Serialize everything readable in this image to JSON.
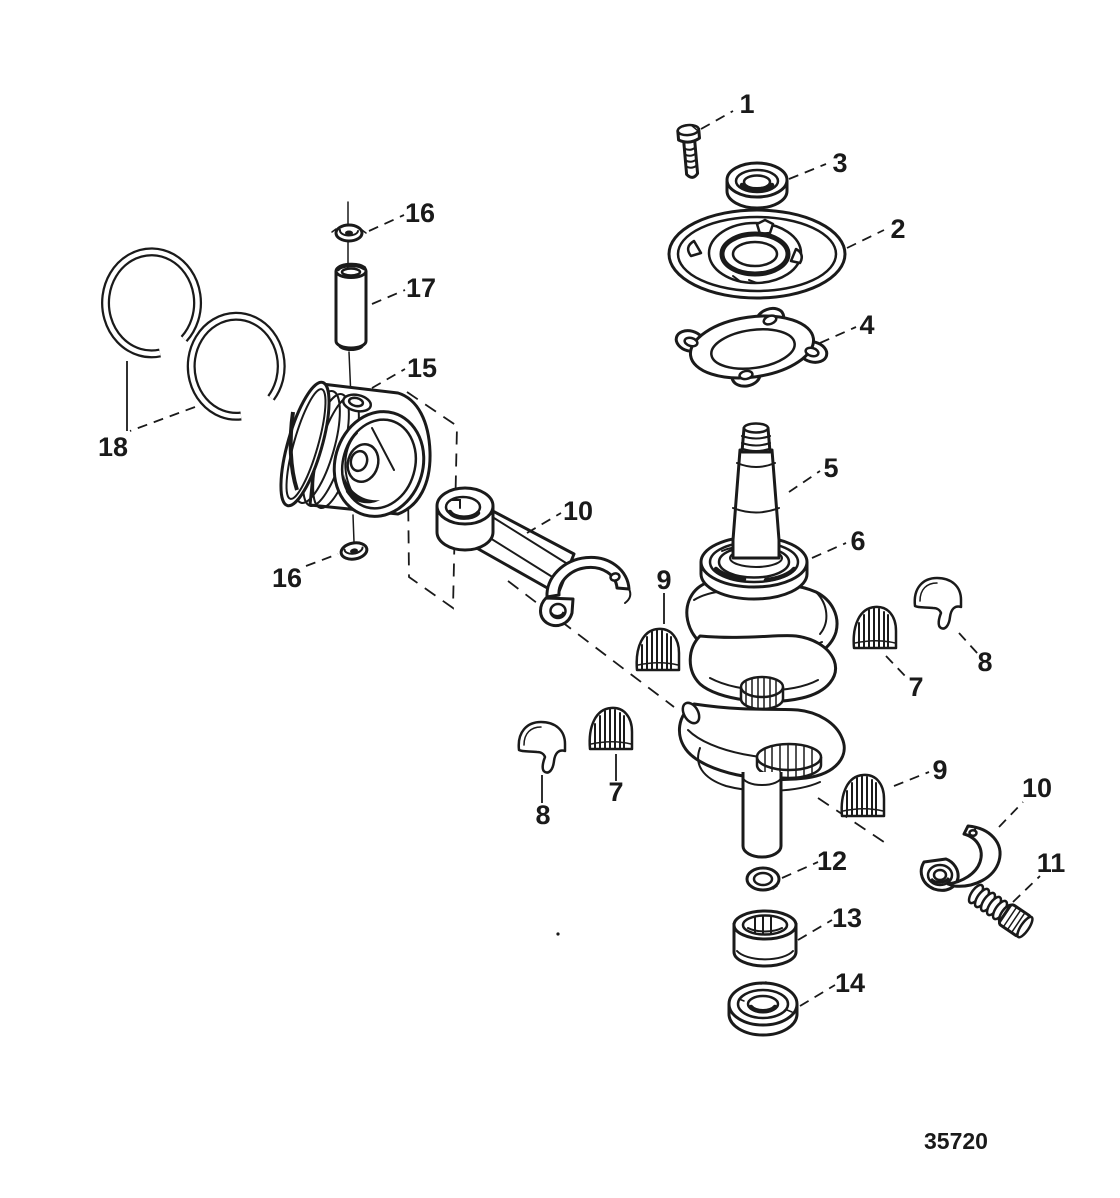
{
  "figure": {
    "drawing_number": "35720"
  },
  "colors": {
    "ink": "#1a1a1a",
    "paper": "#ffffff"
  },
  "callouts": {
    "c1": "1",
    "c2": "2",
    "c3": "3",
    "c4": "4",
    "c5": "5",
    "c6": "6",
    "c7a": "7",
    "c7b": "7",
    "c8a": "8",
    "c8b": "8",
    "c9a": "9",
    "c9b": "9",
    "c10a": "10",
    "c10b": "10",
    "c11": "11",
    "c12": "12",
    "c13": "13",
    "c14": "14",
    "c15": "15",
    "c16a": "16",
    "c16b": "16",
    "c17": "17",
    "c18": "18"
  }
}
